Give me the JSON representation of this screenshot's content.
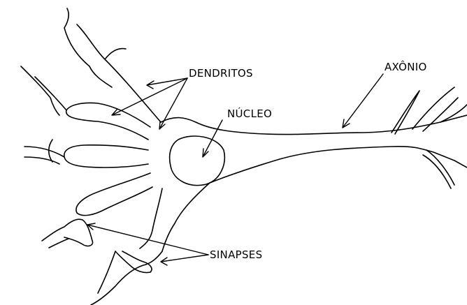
{
  "labels": {
    "dendritos": "DENDRITOS",
    "nucleo": "NÚCLEO",
    "axonio": "AXÔNIO",
    "sinapses": "SINAPSES"
  },
  "colors": {
    "ink": "#000000",
    "background": "#ffffff"
  }
}
